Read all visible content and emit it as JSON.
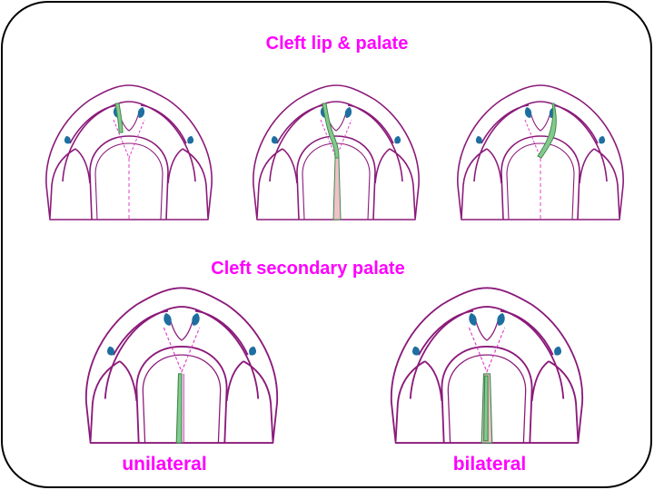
{
  "headings": {
    "cleft_lip_palate": "Cleft lip & palate",
    "cleft_secondary_palate": "Cleft secondary palate"
  },
  "labels": {
    "unilateral": "unilateral",
    "bilateral": "bilateral"
  },
  "colors": {
    "text": "#ff00ff",
    "outline": "#8b1a7a",
    "midline": "#e040c8",
    "tooth": "#1e6fa0",
    "cleft_fill": "#86c98e",
    "cleft_stroke": "#3f8a4d",
    "cleft_pink": "#efc1c8"
  },
  "diagrams": [
    {
      "id": "lip-palate-left",
      "cleft": "lip-left"
    },
    {
      "id": "lip-palate-center",
      "cleft": "lip-palate-left"
    },
    {
      "id": "lip-palate-right",
      "cleft": "lip-right"
    },
    {
      "id": "secondary-unilateral",
      "cleft": "secondary-unilateral"
    },
    {
      "id": "secondary-bilateral",
      "cleft": "secondary-bilateral"
    }
  ]
}
